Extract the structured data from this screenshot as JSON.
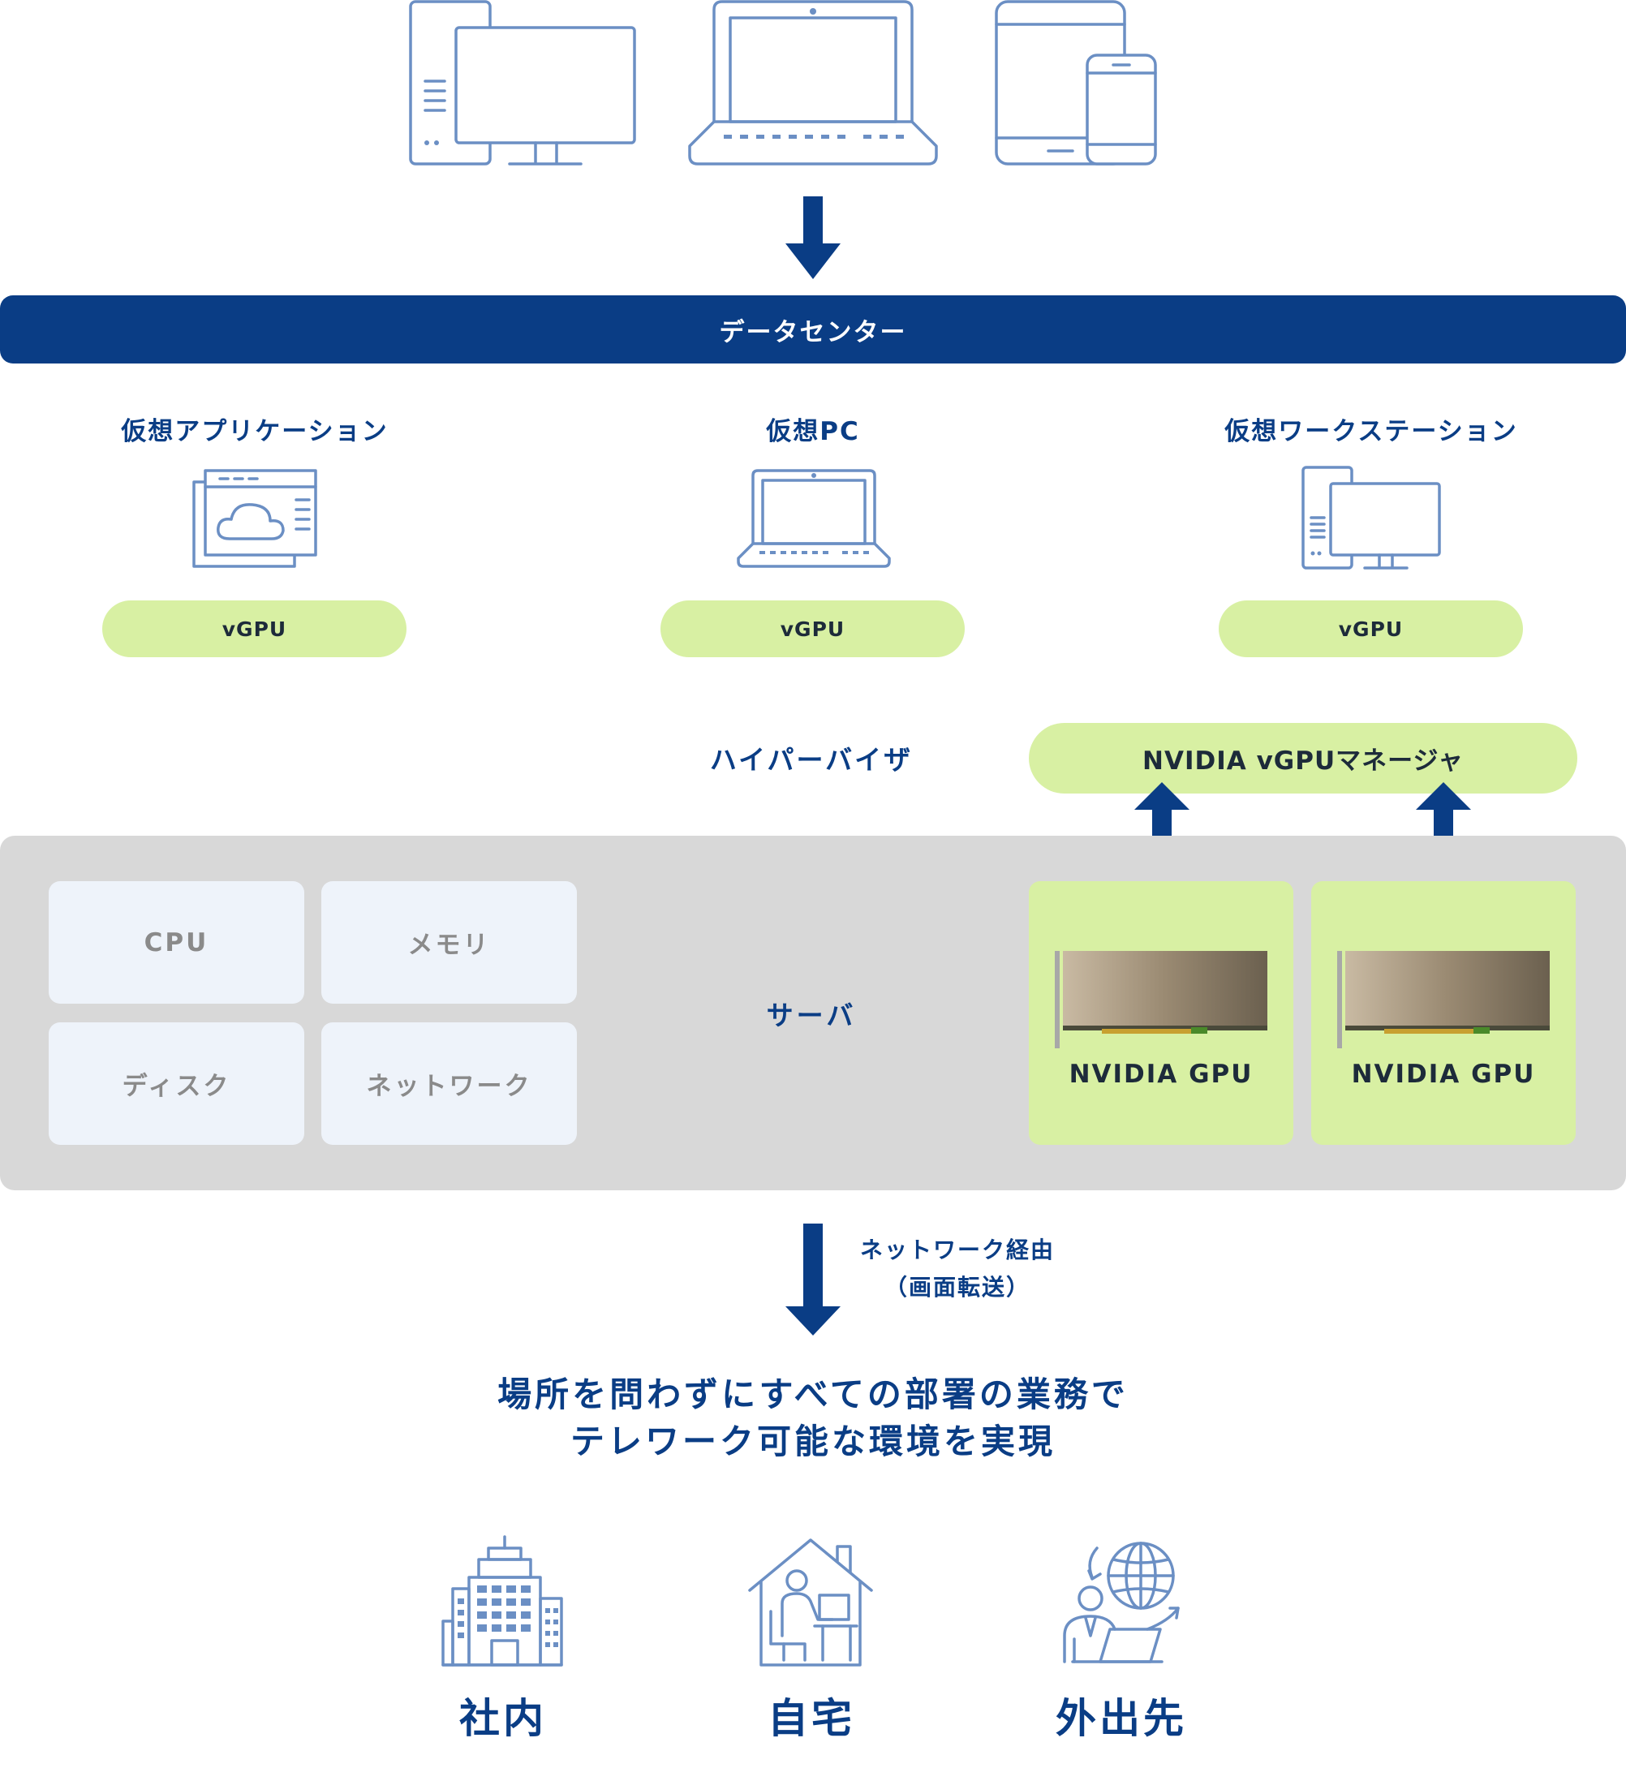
{
  "datacenter": {
    "label": "データセンター"
  },
  "virtual": [
    {
      "title": "仮想アプリケーション",
      "badge": "vGPU",
      "icon": "cloud-app-window-icon"
    },
    {
      "title": "仮想PC",
      "badge": "vGPU",
      "icon": "laptop-icon"
    },
    {
      "title": "仮想ワークステーション",
      "badge": "vGPU",
      "icon": "desktop-workstation-icon"
    }
  ],
  "hypervisor": {
    "label": "ハイパーバイザ"
  },
  "vgpu_manager": {
    "label": "NVIDIA vGPUマネージャ"
  },
  "server": {
    "label": "サーバ",
    "resources": [
      "CPU",
      "メモリ",
      "ディスク",
      "ネットワーク"
    ],
    "gpus": [
      "NVIDIA GPU",
      "NVIDIA GPU"
    ]
  },
  "network": {
    "line1": "ネットワーク経由",
    "line2": "（画面転送）"
  },
  "headline": {
    "line1": "場所を問わずにすべての部署の業務で",
    "line2": "テレワーク可能な環境を実現"
  },
  "places": [
    {
      "label": "社内",
      "icon": "office-building-icon"
    },
    {
      "label": "自宅",
      "icon": "home-office-icon"
    },
    {
      "label": "外出先",
      "icon": "remote-globe-icon"
    }
  ],
  "colors": {
    "navy": "#0a3d85",
    "icon": "#6b8fc4",
    "lime": "#d8f0a3",
    "server": "#d8d8d8",
    "resource": "#eef3fa"
  }
}
